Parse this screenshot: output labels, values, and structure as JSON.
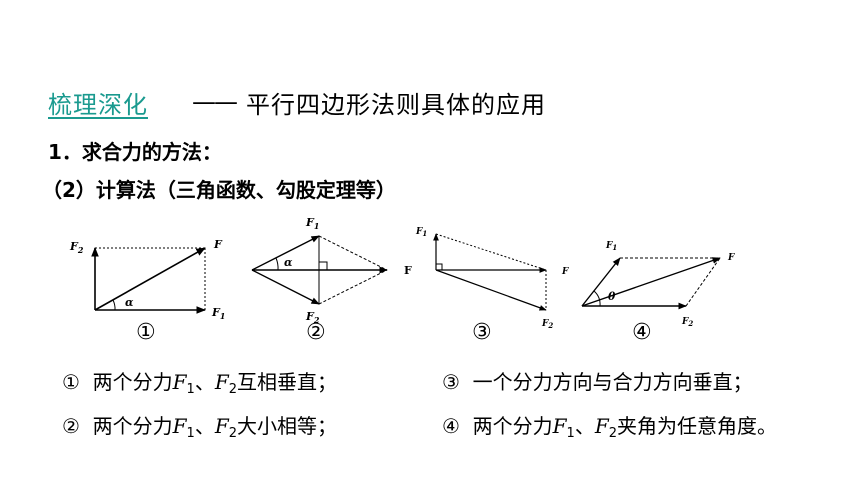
{
  "header": {
    "section": "梳理深化",
    "dash": "——",
    "title": "平行四边形法则具体的应用"
  },
  "content": {
    "line1": "1．求合力的方法：",
    "line2": "（2）计算法（三角函数、勾股定理等）"
  },
  "figures": [
    {
      "number": "①",
      "labels": {
        "f1": "F",
        "f1_sub": "1",
        "f2": "F",
        "f2_sub": "2",
        "f": "F",
        "angle": "α"
      }
    },
    {
      "number": "②",
      "labels": {
        "f1": "F",
        "f1_sub": "1",
        "f2": "F",
        "f2_sub": "2",
        "f": "F",
        "angle": "α"
      }
    },
    {
      "number": "③",
      "labels": {
        "f1": "F",
        "f1_sub": "1",
        "f2": "F",
        "f2_sub": "2",
        "f": "F"
      }
    },
    {
      "number": "④",
      "labels": {
        "f1": "F",
        "f1_sub": "1",
        "f2": "F",
        "f2_sub": "2",
        "f": "F",
        "angle": "θ"
      }
    }
  ],
  "descriptions": [
    {
      "num": "①",
      "pre": "两个分力",
      "f": "F",
      "s1": "1",
      "sep": "、",
      "s2": "2",
      "post": "互相垂直；"
    },
    {
      "num": "③",
      "text": "一个分力方向与合力方向垂直；"
    },
    {
      "num": "②",
      "pre": "两个分力",
      "f": "F",
      "s1": "1",
      "sep": "、",
      "s2": "2",
      "post": "大小相等；"
    },
    {
      "num": "④",
      "pre": "两个分力",
      "f": "F",
      "s1": "1",
      "sep": "、",
      "s2": "2",
      "post": "夹角为任意角度。"
    }
  ]
}
